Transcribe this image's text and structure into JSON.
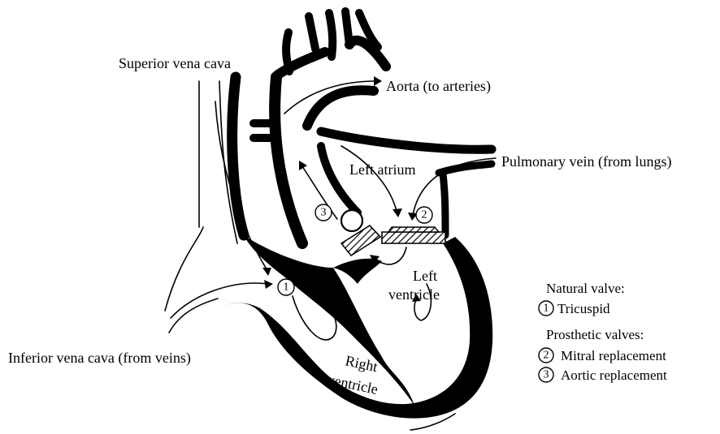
{
  "labels": {
    "superior_vena_cava": "Superior vena cava",
    "aorta": "Aorta (to arteries)",
    "pulmonary_vein": "Pulmonary vein (from lungs)",
    "left_atrium": "Left atrium",
    "left_ventricle_line1": "Left",
    "left_ventricle_line2": "ventricle",
    "right_ventricle_line1": "Right",
    "right_ventricle_line2": "ventricle",
    "inferior_vena_cava": "Inferior vena cava (from veins)"
  },
  "valve_markers": {
    "one": "1",
    "two": "2",
    "three": "3"
  },
  "legend": {
    "natural_heading": "Natural valve:",
    "natural_items": [
      {
        "number": "1",
        "label": "Tricuspid"
      }
    ],
    "prosthetic_heading": "Prosthetic valves:",
    "prosthetic_items": [
      {
        "number": "2",
        "label": "Mitral replacement"
      },
      {
        "number": "3",
        "label": "Aortic replacement"
      }
    ]
  },
  "colors": {
    "ink": "#000000",
    "background": "#ffffff"
  }
}
